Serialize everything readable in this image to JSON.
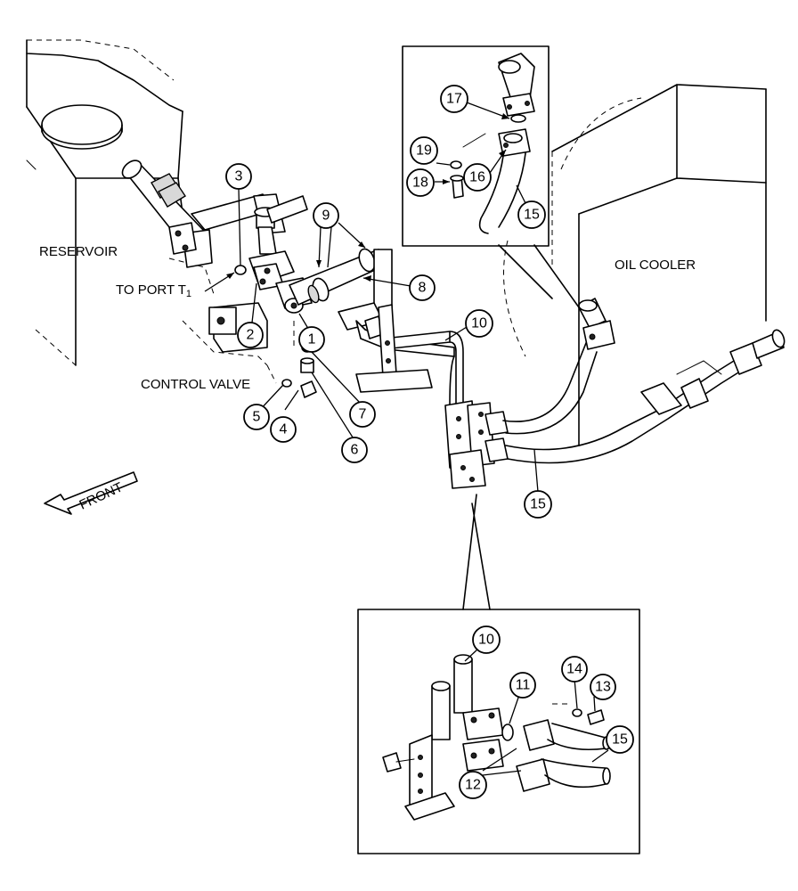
{
  "labels": {
    "reservoir": "RESERVOIR",
    "oil_cooler": "OIL COOLER",
    "to_port": "TO PORT T",
    "to_port_sub": "1",
    "control_valve": "CONTROL VALVE",
    "front": "FRONT"
  },
  "callouts": {
    "c1": "1",
    "c2": "2",
    "c3": "3",
    "c4": "4",
    "c5": "5",
    "c6": "6",
    "c7": "7",
    "c8": "8",
    "c9": "9",
    "c10": "10",
    "c15": "15",
    "c17": "17",
    "c19": "19",
    "c18": "18",
    "c16": "16",
    "c15b": "15",
    "c10b": "10",
    "c11": "11",
    "c14": "14",
    "c13": "13",
    "c15c": "15",
    "c12": "12"
  }
}
